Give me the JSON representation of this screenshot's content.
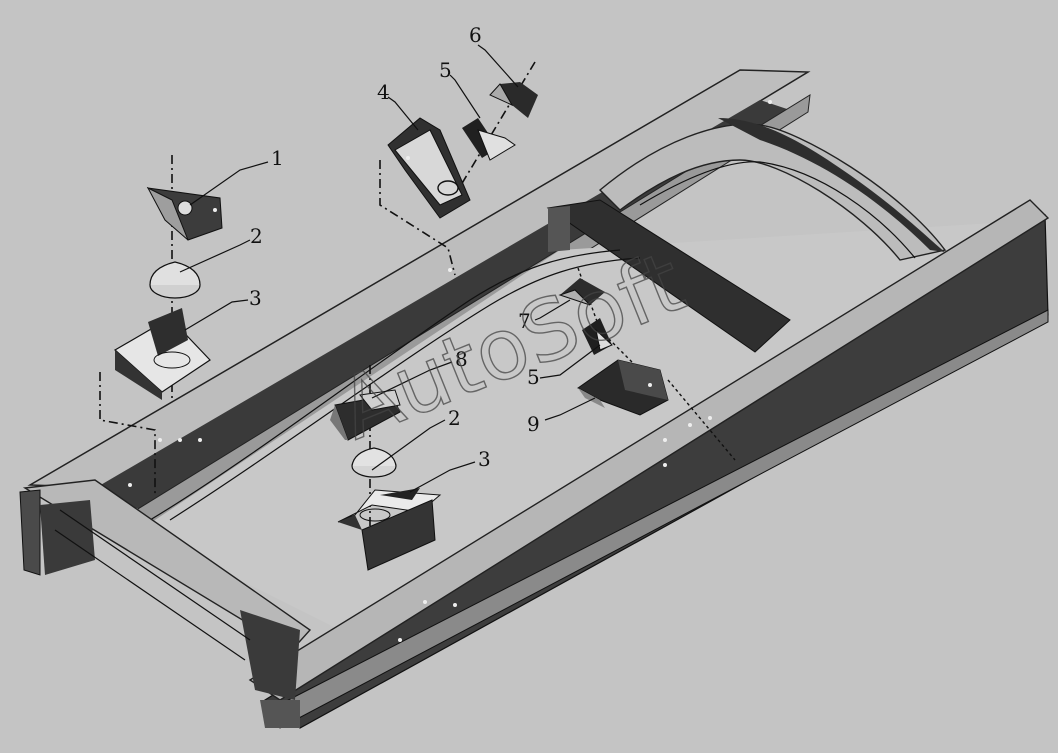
{
  "diagram": {
    "watermark": "AutoSoft",
    "callouts": [
      {
        "id": "c1",
        "label": "1"
      },
      {
        "id": "c2a",
        "label": "2"
      },
      {
        "id": "c3a",
        "label": "3"
      },
      {
        "id": "c4",
        "label": "4"
      },
      {
        "id": "c5a",
        "label": "5"
      },
      {
        "id": "c6",
        "label": "6"
      },
      {
        "id": "c7",
        "label": "7"
      },
      {
        "id": "c8",
        "label": "8"
      },
      {
        "id": "c5b",
        "label": "5"
      },
      {
        "id": "c2b",
        "label": "2"
      },
      {
        "id": "c9",
        "label": "9"
      },
      {
        "id": "c3b",
        "label": "3"
      }
    ]
  }
}
